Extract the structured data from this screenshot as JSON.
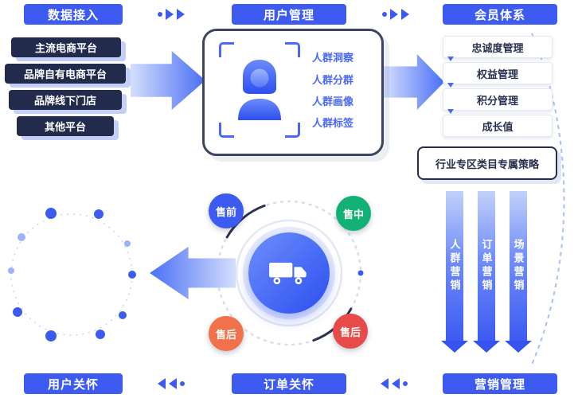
{
  "header": {
    "data_access": "数据接入",
    "user_mgmt": "用户管理",
    "membership": "会员体系"
  },
  "footer": {
    "user_care": "用户关怀",
    "order_care": "订单关怀",
    "marketing_mgmt": "营销管理"
  },
  "data_sources": [
    "主流电商平台",
    "品牌自有电商平台",
    "品牌线下门店",
    "其他平台"
  ],
  "crowd_labels": [
    "人群洞察",
    "人群分群",
    "人群画像",
    "人群标签"
  ],
  "membership_items": [
    "忠诚度管理",
    "权益管理",
    "积分管理",
    "成长值"
  ],
  "strategy_box": "行业专区类目专属策略",
  "marketing_ribbons": [
    "人群营销",
    "订单营销",
    "场景营销"
  ],
  "cycle_nodes": [
    {
      "label": "售前",
      "color": "#3d5bf1"
    },
    {
      "label": "售中",
      "color": "#12b176"
    },
    {
      "label": "售后",
      "color": "#f0714a"
    },
    {
      "label": "售后",
      "color": "#e84a4a"
    }
  ],
  "icons": {
    "center_card": "female-user-portrait-scan-icon",
    "cycle_center": "delivery-truck-icon",
    "flow": "double-chevron-arrow-icon"
  },
  "colors": {
    "primary_blue": "#3d5bf1",
    "navy": "#232b4d",
    "light_blue": "#c3cff9",
    "green": "#12b176",
    "orange": "#f0714a",
    "red": "#e84a4a"
  }
}
